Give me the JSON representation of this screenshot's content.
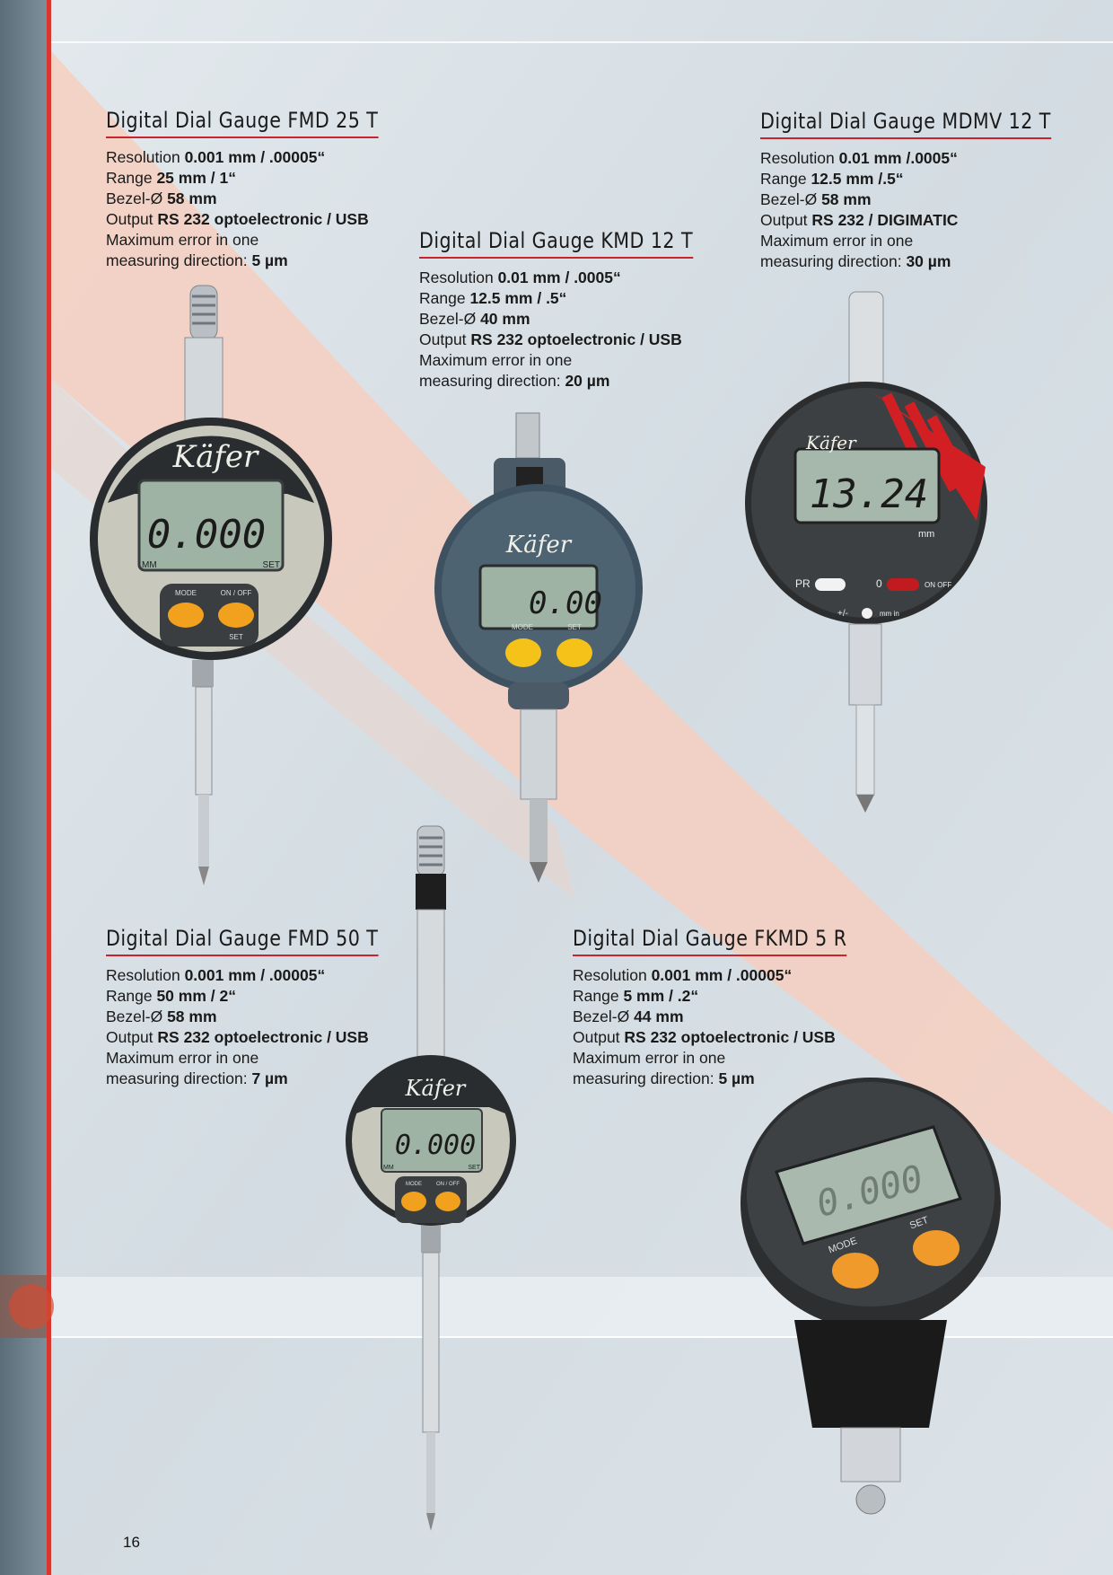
{
  "page_number": "16",
  "products": [
    {
      "title": "Digital Dial Gauge FMD 25 T",
      "specs": [
        {
          "label": "Resolution ",
          "value": "0.001 mm / .00005“"
        },
        {
          "label": "Range ",
          "value": "25 mm / 1“"
        },
        {
          "label": "Bezel-Ø ",
          "value": "58 mm"
        },
        {
          "label": "Output ",
          "value": "RS 232 optoelectronic / USB"
        },
        {
          "label": "Maximum error in one",
          "value": ""
        },
        {
          "label": "measuring direction: ",
          "value": "5 µm"
        }
      ]
    },
    {
      "title": "Digital Dial Gauge KMD 12 T",
      "specs": [
        {
          "label": "Resolution ",
          "value": "0.01 mm / .0005“"
        },
        {
          "label": "Range ",
          "value": "12.5 mm / .5“"
        },
        {
          "label": "Bezel-Ø ",
          "value": "40 mm"
        },
        {
          "label": "Output ",
          "value": "RS 232 optoelectronic / USB"
        },
        {
          "label": "Maximum error in one",
          "value": ""
        },
        {
          "label": "measuring direction: ",
          "value": "20 µm"
        }
      ]
    },
    {
      "title": "Digital Dial Gauge MDMV 12 T",
      "specs": [
        {
          "label": "Resolution ",
          "value": "0.01 mm /.0005“"
        },
        {
          "label": "Range ",
          "value": "12.5 mm /.5“"
        },
        {
          "label": "Bezel-Ø ",
          "value": "58 mm"
        },
        {
          "label": "Output ",
          "value": "RS 232 / DIGIMATIC"
        },
        {
          "label": "Maximum error in one",
          "value": ""
        },
        {
          "label": "measuring direction: ",
          "value": "30 µm"
        }
      ]
    },
    {
      "title": "Digital Dial Gauge FMD 50 T",
      "specs": [
        {
          "label": "Resolution ",
          "value": "0.001 mm / .00005“"
        },
        {
          "label": "Range ",
          "value": "50 mm / 2“"
        },
        {
          "label": "Bezel-Ø ",
          "value": "58 mm"
        },
        {
          "label": "Output ",
          "value": "RS 232 optoelectronic / USB"
        },
        {
          "label": "Maximum error in one",
          "value": ""
        },
        {
          "label": "measuring direction: ",
          "value": "7 µm"
        }
      ]
    },
    {
      "title": "Digital Dial Gauge FKMD 5 R",
      "specs": [
        {
          "label": "Resolution ",
          "value": "0.001 mm / .00005“"
        },
        {
          "label": "Range ",
          "value": "5 mm / .2“"
        },
        {
          "label": "Bezel-Ø ",
          "value": "44 mm"
        },
        {
          "label": "Output ",
          "value": "RS 232 optoelectronic / USB"
        },
        {
          "label": "Maximum error in one",
          "value": ""
        },
        {
          "label": "measuring direction: ",
          "value": "5 µm"
        }
      ]
    }
  ],
  "gauges": {
    "fmd25": {
      "brand": "Käfer",
      "reading": "0.000",
      "unit_left": "MM",
      "unit_right": "SET",
      "btn1": "MODE",
      "btn2": "ON / OFF",
      "btn2_sub": "SET"
    },
    "kmd12": {
      "brand": "Käfer",
      "reading": "0.00",
      "btn1": "MODE",
      "btn2": "SET"
    },
    "mdmv12": {
      "brand": "Käfer",
      "reading": "13.24",
      "unit": "mm",
      "pr": "PR",
      "zero": "0",
      "onoff": "ON OFF",
      "pm": "+/-",
      "mmin": "mm in"
    },
    "fmd50": {
      "brand": "Käfer",
      "reading": "0.000",
      "unit_left": "MM",
      "unit_right": "SET",
      "btn1": "MODE",
      "btn2": "ON / OFF"
    },
    "fkmd5": {
      "reading": "0.000",
      "btn1": "MODE",
      "btn2": "SET"
    }
  },
  "colors": {
    "accent_red": "#c9242d",
    "button_orange": "#f2a11f",
    "lcd": "#9fb3a4"
  }
}
